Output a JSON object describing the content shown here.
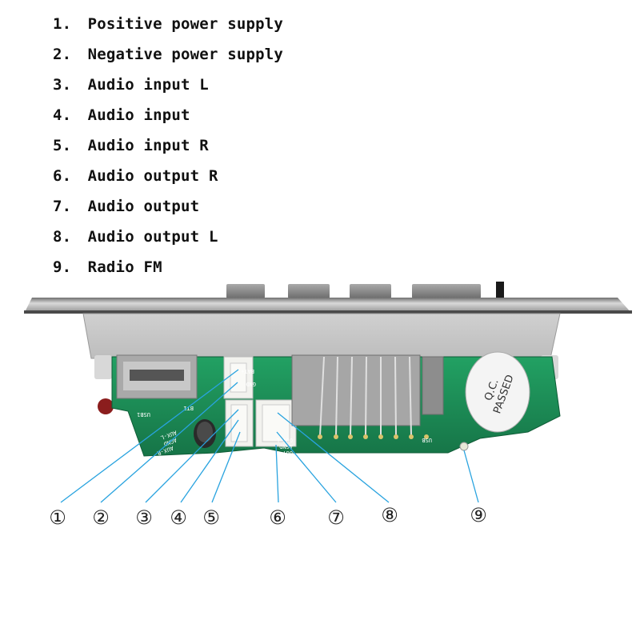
{
  "legend": [
    {
      "num": "1.",
      "label": "Positive power supply"
    },
    {
      "num": "2.",
      "label": "Negative power supply"
    },
    {
      "num": "3.",
      "label": "Audio input L"
    },
    {
      "num": "4.",
      "label": "Audio input"
    },
    {
      "num": "5.",
      "label": "Audio input R"
    },
    {
      "num": "6.",
      "label": "Audio output R"
    },
    {
      "num": "7.",
      "label": "Audio output"
    },
    {
      "num": "8.",
      "label": "Audio output L"
    },
    {
      "num": "9.",
      "label": "Radio FM"
    }
  ],
  "markers": [
    "①",
    "②",
    "③",
    "④",
    "⑤",
    "⑥",
    "⑦",
    "⑧",
    "⑨"
  ],
  "board": {
    "silkscreen": {
      "bat_plus": "BAT+",
      "gnd": "GND",
      "usb1": "USB1",
      "bt1": "BT1",
      "aux_l": "AUX-L",
      "agnd": "AGND",
      "aux_r": "AUX-R",
      "out_l": "OUT-L",
      "agnd2": "AGND",
      "out_r": "OUT-R",
      "usb": "USB"
    },
    "qc_sticker": {
      "line1": "Q.C.",
      "line2": "PASSED"
    }
  },
  "colors": {
    "pcb": "#1c8f57",
    "faceplate": "#b8b8b8",
    "leader_line": "#29a3df",
    "connector": "#f2f2ee"
  }
}
